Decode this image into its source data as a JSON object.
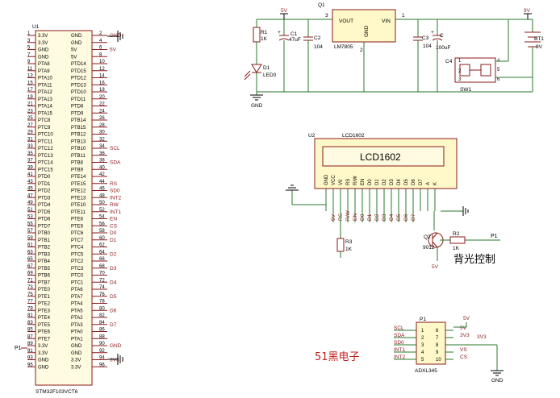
{
  "mcu": {
    "ref": "U1",
    "part": "STM32F103VCT6",
    "left_pins": [
      {
        "num": "1",
        "name": "3.3V"
      },
      {
        "num": "3",
        "name": "3.3V"
      },
      {
        "num": "5",
        "name": "GND"
      },
      {
        "num": "7",
        "name": "GND"
      },
      {
        "num": "9",
        "name": "PTA8"
      },
      {
        "num": "11",
        "name": "PTA9"
      },
      {
        "num": "13",
        "name": "PTA10"
      },
      {
        "num": "15",
        "name": "PTA11"
      },
      {
        "num": "17",
        "name": "PTA12"
      },
      {
        "num": "19",
        "name": "PTA13"
      },
      {
        "num": "21",
        "name": "PTA14"
      },
      {
        "num": "23",
        "name": "PTA15"
      },
      {
        "num": "25",
        "name": "PTC8"
      },
      {
        "num": "27",
        "name": "PTC9"
      },
      {
        "num": "29",
        "name": "PTC10"
      },
      {
        "num": "31",
        "name": "PTC11"
      },
      {
        "num": "33",
        "name": "PTC12"
      },
      {
        "num": "35",
        "name": "PTC13"
      },
      {
        "num": "37",
        "name": "PTC14"
      },
      {
        "num": "39",
        "name": "PTC15"
      },
      {
        "num": "41",
        "name": "PTD0"
      },
      {
        "num": "43",
        "name": "PTD1"
      },
      {
        "num": "45",
        "name": "PTD2"
      },
      {
        "num": "47",
        "name": "PTD3"
      },
      {
        "num": "49",
        "name": "PTD4"
      },
      {
        "num": "51",
        "name": "PTD5"
      },
      {
        "num": "53",
        "name": "PTD6"
      },
      {
        "num": "55",
        "name": "PTD7"
      },
      {
        "num": "57",
        "name": "PTB0"
      },
      {
        "num": "59",
        "name": "PTB1"
      },
      {
        "num": "61",
        "name": "PTB2"
      },
      {
        "num": "63",
        "name": "PTB3"
      },
      {
        "num": "65",
        "name": "PTB4"
      },
      {
        "num": "67",
        "name": "PTB5"
      },
      {
        "num": "69",
        "name": "PTB6"
      },
      {
        "num": "71",
        "name": "PTB7"
      },
      {
        "num": "73",
        "name": "PTE0"
      },
      {
        "num": "75",
        "name": "PTE1"
      },
      {
        "num": "77",
        "name": "PTE2"
      },
      {
        "num": "79",
        "name": "PTE3"
      },
      {
        "num": "81",
        "name": "PTE4"
      },
      {
        "num": "83",
        "name": "PTE5"
      },
      {
        "num": "85",
        "name": "PTE6"
      },
      {
        "num": "87",
        "name": "PTE7"
      },
      {
        "num": "89",
        "name": "3.3V"
      },
      {
        "num": "91",
        "name": "3.3V"
      },
      {
        "num": "93",
        "name": "GND"
      },
      {
        "num": "95",
        "name": "GND"
      }
    ],
    "right_pins": [
      {
        "num": "2",
        "name": "GND"
      },
      {
        "num": "4",
        "name": "GND"
      },
      {
        "num": "6",
        "name": "5V"
      },
      {
        "num": "8",
        "name": "5V"
      },
      {
        "num": "10",
        "name": "PTD14"
      },
      {
        "num": "12",
        "name": "PTD15"
      },
      {
        "num": "14",
        "name": "PTD12"
      },
      {
        "num": "16",
        "name": "PTD13"
      },
      {
        "num": "18",
        "name": "PTD10"
      },
      {
        "num": "20",
        "name": "PTD11"
      },
      {
        "num": "22",
        "name": "PTD8"
      },
      {
        "num": "24",
        "name": "PTD9"
      },
      {
        "num": "26",
        "name": "PTB14"
      },
      {
        "num": "28",
        "name": "PTB15"
      },
      {
        "num": "30",
        "name": "PTB12"
      },
      {
        "num": "32",
        "name": "PTB13"
      },
      {
        "num": "34",
        "name": "PTB10"
      },
      {
        "num": "36",
        "name": "PTB11"
      },
      {
        "num": "38",
        "name": "PTB8"
      },
      {
        "num": "40",
        "name": "PTB9"
      },
      {
        "num": "42",
        "name": "PTE14"
      },
      {
        "num": "44",
        "name": "PTE15"
      },
      {
        "num": "46",
        "name": "PTE12"
      },
      {
        "num": "48",
        "name": "PTE13"
      },
      {
        "num": "50",
        "name": "PTE10"
      },
      {
        "num": "52",
        "name": "PTE11"
      },
      {
        "num": "54",
        "name": "PTE8"
      },
      {
        "num": "56",
        "name": "PTE9"
      },
      {
        "num": "58",
        "name": "PTC6"
      },
      {
        "num": "60",
        "name": "PTC7"
      },
      {
        "num": "62",
        "name": "PTC4"
      },
      {
        "num": "64",
        "name": "PTC5"
      },
      {
        "num": "66",
        "name": "PTC2"
      },
      {
        "num": "68",
        "name": "PTC3"
      },
      {
        "num": "70",
        "name": "PTC0"
      },
      {
        "num": "72",
        "name": "PTC1"
      },
      {
        "num": "74",
        "name": "PTA6"
      },
      {
        "num": "76",
        "name": "PTA7"
      },
      {
        "num": "78",
        "name": "PTA4"
      },
      {
        "num": "80",
        "name": "PTA5"
      },
      {
        "num": "82",
        "name": "PTA2"
      },
      {
        "num": "84",
        "name": "PTA3"
      },
      {
        "num": "86",
        "name": "PTA0"
      },
      {
        "num": "88",
        "name": "PTA1"
      },
      {
        "num": "90",
        "name": "GND"
      },
      {
        "num": "92",
        "name": "GND"
      },
      {
        "num": "94",
        "name": "3.3V"
      },
      {
        "num": "96",
        "name": "3.3V"
      }
    ],
    "net_labels": [
      {
        "row": 0,
        "text": "GND"
      },
      {
        "row": 2,
        "text": "5V"
      },
      {
        "row": 16,
        "text": "SCL"
      },
      {
        "row": 18,
        "text": "SDA"
      },
      {
        "row": 21,
        "text": "RS"
      },
      {
        "row": 22,
        "text": "SD0"
      },
      {
        "row": 23,
        "text": "INT2"
      },
      {
        "row": 24,
        "text": "RW"
      },
      {
        "row": 25,
        "text": "INT1"
      },
      {
        "row": 26,
        "text": "EN"
      },
      {
        "row": 27,
        "text": "CS"
      },
      {
        "row": 28,
        "text": "D0"
      },
      {
        "row": 29,
        "text": "D1"
      },
      {
        "row": 31,
        "text": "D2"
      },
      {
        "row": 33,
        "text": "D3"
      },
      {
        "row": 35,
        "text": "D4"
      },
      {
        "row": 37,
        "text": "D5"
      },
      {
        "row": 39,
        "text": "D6"
      },
      {
        "row": 41,
        "text": "D7"
      },
      {
        "row": 44,
        "text": "GND"
      },
      {
        "row": 46,
        "text": "3V3"
      }
    ],
    "left_label": "P1"
  },
  "power": {
    "r1_ref": "R1",
    "r1_val": "1K",
    "d1_ref": "D1",
    "d1_val": "LED0",
    "c1_ref": "C1",
    "c1_val": "47uF",
    "c2_ref": "C2",
    "c2_val": "104",
    "reg_ref": "Q1",
    "reg_part": "LM7805",
    "reg_vout": "VOUT",
    "reg_gnd": "GND",
    "reg_vin": "VIN",
    "pin3": "3",
    "pin2": "2",
    "pin1": "1",
    "c3_ref": "C3",
    "c3_val": "104",
    "c_big_ref": "C",
    "c_big_val": "100uF",
    "bt_ref": "BT1",
    "bt_val": "9V",
    "v5": "5V",
    "v9": "9V",
    "gnd": "GND",
    "sw_ref": "SW1",
    "sw_c": "C4",
    "sw_pins": [
      "1",
      "2",
      "3",
      "4",
      "5",
      "6"
    ]
  },
  "lcd": {
    "ref": "U2",
    "part": "LCD1602",
    "display": "LCD1602",
    "pins": [
      "GND",
      "VCC",
      "V0",
      "RS",
      "R/W",
      "EN",
      "D0",
      "D1",
      "D2",
      "D3",
      "D4",
      "D5",
      "D6",
      "D7",
      "A",
      "K"
    ],
    "bus_labels": [
      "5V",
      "RS",
      "R/W",
      "EN",
      "D0",
      "D1",
      "D2",
      "D3",
      "D4",
      "D5",
      "D6",
      "D7"
    ],
    "r3_ref": "R3",
    "r3_val": "1K",
    "r2_ref": "R2",
    "r2_val": "1K",
    "q_ref": "Q2",
    "q_part": "9012",
    "p1": "P1",
    "v5": "5V",
    "caption": "背光控制"
  },
  "accel": {
    "ref": "P1",
    "part": "ADXL345",
    "left_nums": [
      "1",
      "2",
      "3",
      "4",
      "5"
    ],
    "right_nums": [
      "6",
      "7",
      "8",
      "9",
      "10"
    ],
    "left_nets": [
      "SCL",
      "SDA",
      "SD0",
      "INT1",
      "INT2"
    ],
    "right_nets": [
      "5V",
      "3V3",
      "",
      "VS",
      "CS"
    ],
    "right_extra": "3V3",
    "v5": "5V",
    "gnd": "GND"
  },
  "brand": "51黑电子"
}
